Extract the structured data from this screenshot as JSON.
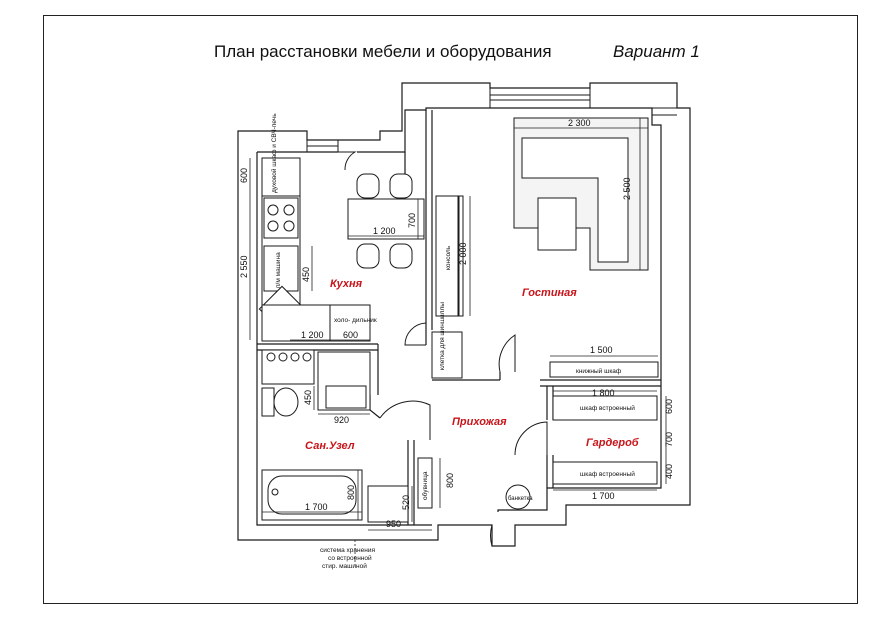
{
  "title": {
    "main": "План расстановки мебели и оборудования",
    "variant": "Вариант 1"
  },
  "rooms": {
    "kitchen": "Кухня",
    "living": "Гостиная",
    "bathroom": "Сан.Узел",
    "hall": "Прихожая",
    "wardrobe": "Гардероб"
  },
  "labels": {
    "oven": "духовой шкаф и СВЧ-печь",
    "dishwasher": "п/м машина",
    "fridge": "холо- дильник",
    "console": "консоль",
    "game_cage": "клетка для шиншиллы",
    "bookshelf": "книжный шкаф",
    "builtin_wardrobe_top": "шкаф встроенный",
    "builtin_wardrobe_bottom": "шкаф встроенный",
    "shoe_rack": "обувница",
    "bench": "банкетка",
    "storage_note_1": "система хранения",
    "storage_note_2": "со встроенной",
    "storage_note_3": "стир. машиной"
  },
  "dimensions": {
    "sofa_width": "2 300",
    "sofa_depth": "2 500",
    "console_len": "2 000",
    "bookshelf_len": "1 500",
    "kitchen_600": "600",
    "kitchen_2550": "2 550",
    "dishwasher_450": "450",
    "table_1200": "1 200",
    "table_700": "700",
    "counter_1200": "1 200",
    "fridge_600": "600",
    "sink_450": "450",
    "sink_920": "920",
    "bath_1700": "1 700",
    "bath_800": "800",
    "storage_950": "950",
    "storage_520": "520",
    "shoe_800": "800",
    "wardrobe_1800": "1 800",
    "wardrobe_600": "600",
    "wardrobe_700": "700",
    "wardrobe_400": "400",
    "wardrobe_1700": "1 700"
  },
  "colors": {
    "room_label": "#c8151b",
    "wall_fill": "#ffffff",
    "line": "#1a1a1a",
    "furniture_fill": "#ececec"
  }
}
